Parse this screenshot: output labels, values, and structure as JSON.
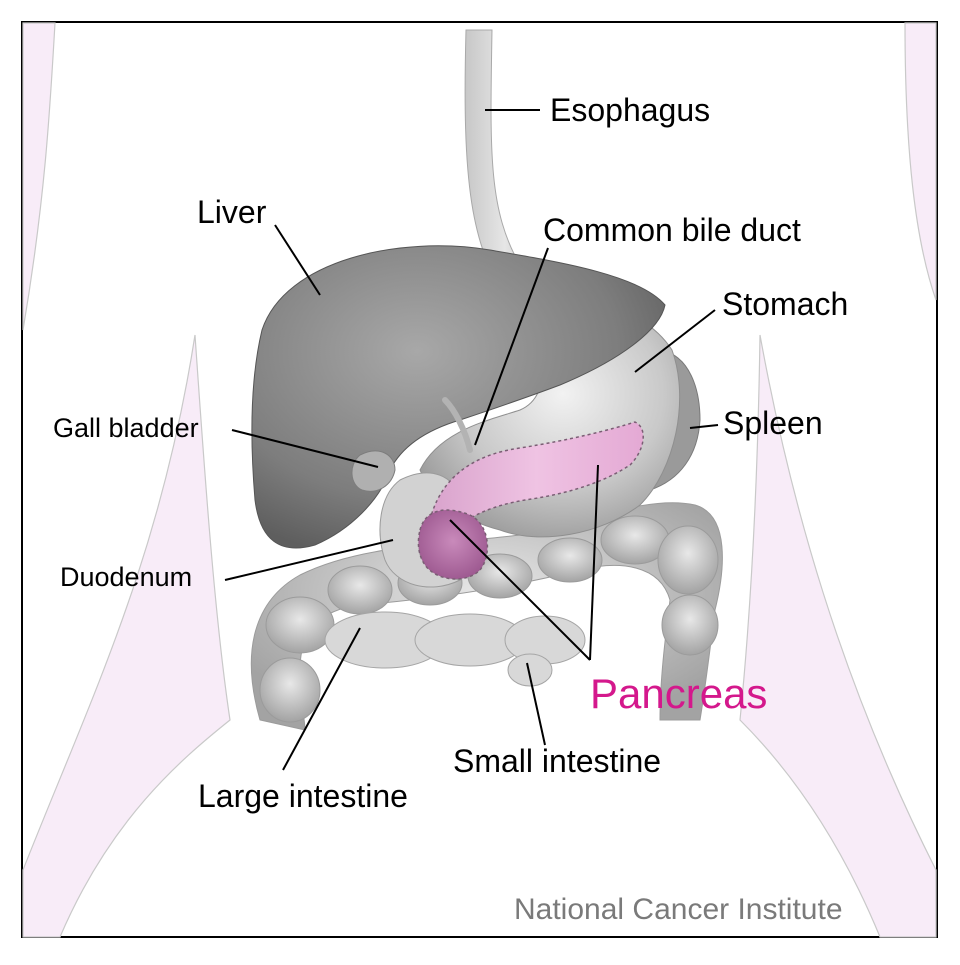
{
  "labels": {
    "esophagus": "Esophagus",
    "liver": "Liver",
    "common_bile_duct": "Common bile duct",
    "stomach": "Stomach",
    "gall_bladder": "Gall bladder",
    "spleen": "Spleen",
    "duodenum": "Duodenum",
    "pancreas": "Pancreas",
    "small_intestine": "Small intestine",
    "large_intestine": "Large intestine"
  },
  "credit": "National Cancer Institute",
  "colors": {
    "pancreas_label": "#d4188c",
    "pancreas_fill": "#e3a6d0",
    "pancreas_head": "#b76aa6",
    "body_outline": "#f7eaf7",
    "organ_gray": "#8a8a8a",
    "credit_text": "#7a7a7a",
    "frame": "#000000"
  }
}
